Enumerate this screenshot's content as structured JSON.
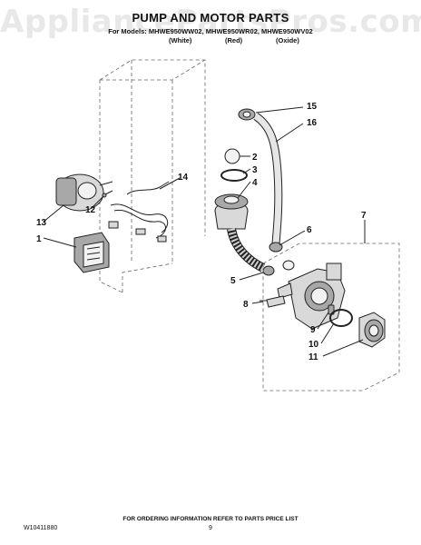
{
  "watermark": "AppliancePartsPros.com",
  "header": {
    "title": "PUMP AND MOTOR PARTS",
    "models": "For Models: MHWE950WW02, MHWE950WR02, MHWE950WV02",
    "color_white": "(White)",
    "color_red": "(Red)",
    "color_oxide": "(Oxide)"
  },
  "callouts": [
    "1",
    "2",
    "3",
    "4",
    "5",
    "6",
    "7",
    "8",
    "9",
    "10",
    "11",
    "12",
    "13",
    "14",
    "15",
    "16"
  ],
  "footer": {
    "doc_number": "W10411880",
    "notice": "FOR ORDERING INFORMATION REFER TO PARTS PRICE LIST",
    "page": "9"
  }
}
